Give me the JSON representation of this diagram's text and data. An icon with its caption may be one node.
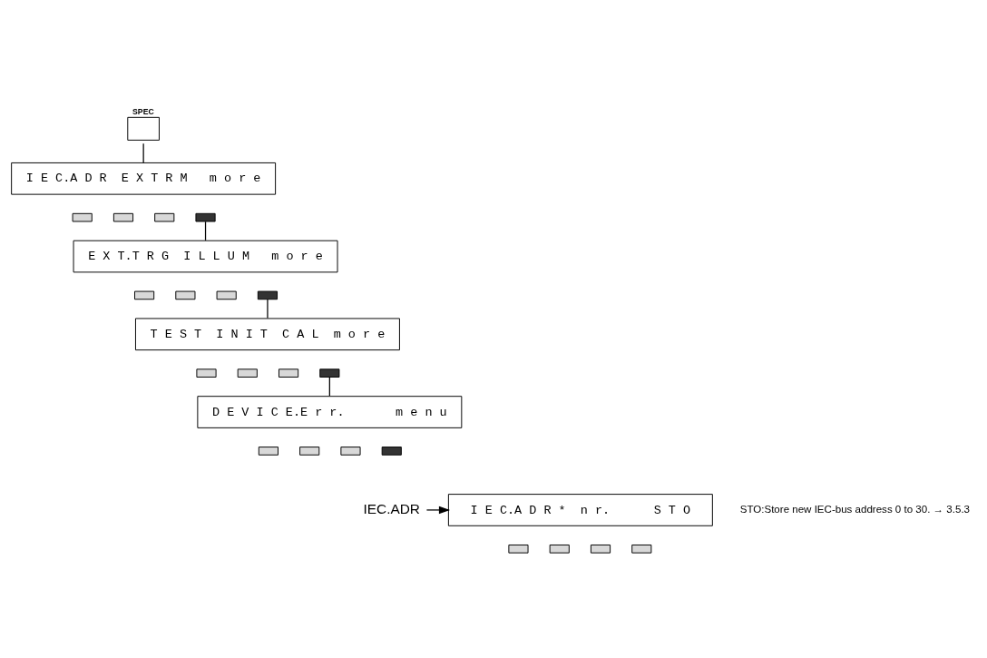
{
  "diagram": {
    "nodes": [
      {
        "text": [
          "SPEC"
        ]
      },
      {
        "text": [
          "I E C.A D R  E X T R M   m o r e"
        ]
      },
      {
        "text": [],
        "shape": "box"
      },
      {
        "text": [],
        "shape": "box"
      },
      {
        "text": [],
        "shape": "box"
      },
      {
        "text": [],
        "shape": "box"
      },
      {
        "text": [
          "E X T.T R G  I L L U M   m o r e"
        ]
      },
      {
        "text": [],
        "shape": "box"
      },
      {
        "text": [],
        "shape": "box"
      },
      {
        "text": [],
        "shape": "box"
      },
      {
        "text": [],
        "shape": "box"
      },
      {
        "text": [
          "T E S T  I N I T  C A L  m o r e"
        ]
      },
      {
        "text": [],
        "shape": "box"
      },
      {
        "text": [],
        "shape": "box"
      },
      {
        "text": [],
        "shape": "box"
      },
      {
        "text": [],
        "shape": "box"
      },
      {
        "text": [
          "D E V I C E.E r r.       m e n u"
        ]
      },
      {
        "text": [],
        "shape": "box"
      },
      {
        "text": [],
        "shape": "box"
      },
      {
        "text": [],
        "shape": "box"
      },
      {
        "text": [],
        "shape": "box"
      },
      {
        "text": [
          "IEC.ADR"
        ]
      },
      {
        "text": [
          "I E C.A D R *  n r.      S T O"
        ]
      },
      {
        "text": [],
        "shape": "box"
      },
      {
        "text": [],
        "shape": "box"
      },
      {
        "text": [],
        "shape": "box"
      },
      {
        "text": [],
        "shape": "box"
      }
    ],
    "edges": [
      {
        "from": 0,
        "to": 1,
        "arrow": "none"
      },
      {
        "from": 5,
        "to": 6,
        "arrow": "none"
      },
      {
        "from": 10,
        "to": 11,
        "arrow": "none"
      },
      {
        "from": 15,
        "to": 16,
        "arrow": "none"
      },
      {
        "from": 21,
        "to": 22,
        "arrow": "to"
      }
    ],
    "labels": [
      "STO:Store new IEC-bus address 0 to 30. → 3.5.3"
    ]
  }
}
